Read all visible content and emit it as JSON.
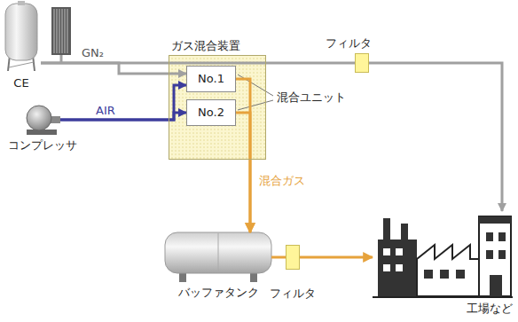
{
  "diagram": {
    "nodes": [
      {
        "text": [
          "CE"
        ]
      },
      {
        "text": [
          "フィルタ"
        ]
      },
      {
        "text": [
          "ガス混合装置"
        ]
      },
      {
        "text": [
          "No.1"
        ],
        "in": 2
      },
      {
        "text": [
          "No.2"
        ],
        "in": 2
      },
      {
        "text": [
          "コンプレッサ"
        ]
      },
      {
        "text": [
          "バッファタンク"
        ]
      },
      {
        "text": [
          "フィルタ"
        ]
      },
      {
        "text": [
          "工場など"
        ]
      }
    ],
    "edges": [
      {
        "from": 0,
        "to": 1,
        "label": "GN₂",
        "arrow": "none"
      },
      {
        "from": 1,
        "to": 8,
        "arrow": "to"
      },
      {
        "from": 0,
        "to": 3,
        "arrow": "to"
      },
      {
        "from": 5,
        "to": 3,
        "label": "AIR",
        "arrow": "to"
      },
      {
        "from": 5,
        "to": 4,
        "arrow": "to"
      },
      {
        "from": 3,
        "to": 6,
        "label": "混合ガス",
        "arrow": "to"
      },
      {
        "from": 4,
        "to": 6,
        "arrow": "to"
      },
      {
        "from": 6,
        "to": 7,
        "arrow": "none"
      },
      {
        "from": 7,
        "to": 8,
        "arrow": "to"
      }
    ],
    "labels": [
      "混合ユニット"
    ]
  }
}
